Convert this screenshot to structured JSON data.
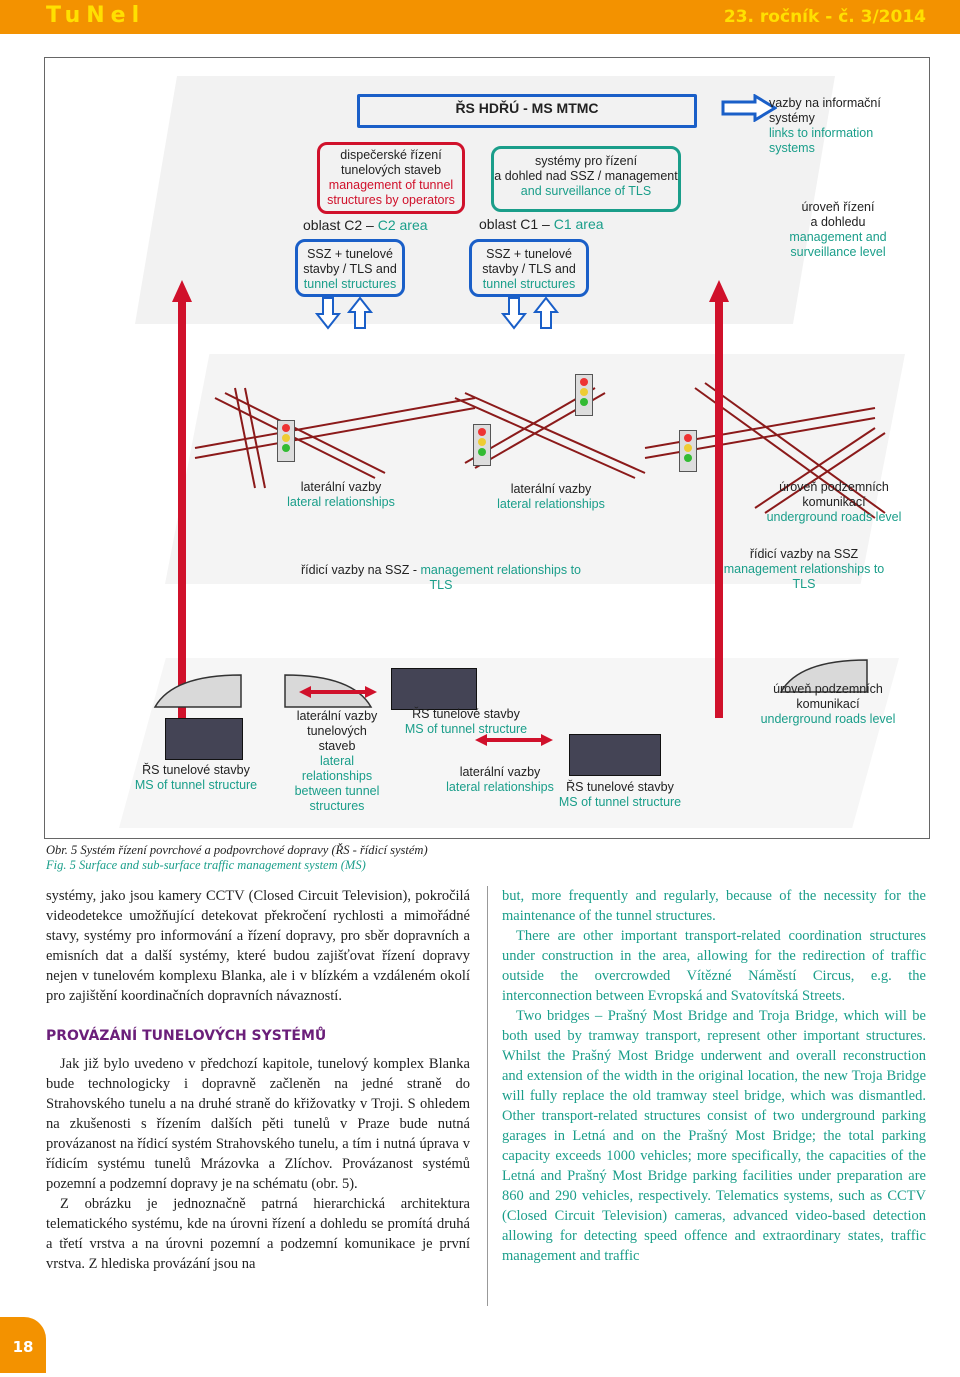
{
  "header": {
    "logo": "TuNel",
    "issue": "23. ročník - č. 3/2014"
  },
  "figure": {
    "top": {
      "rs_hdru": "ŘS HDŘÚ - MS MTMC",
      "dispecer": [
        "dispečerské řízení",
        "tunelových staveb",
        "management of tunnel",
        "structures by operators"
      ],
      "systemy": [
        "systémy pro řízení",
        "a dohled nad SSZ / management",
        "and surveillance of TLS"
      ],
      "links": [
        "vazby na informační",
        "systémy",
        "links to information",
        "systems"
      ],
      "area_c2": [
        "oblast C2 –",
        "C2 area"
      ],
      "area_c1": [
        "oblast C1 –",
        "C1 area"
      ],
      "ssz_c2": [
        "SSZ + tunelové",
        "stavby / TLS and",
        "tunnel structures"
      ],
      "ssz_c1": [
        "SSZ + tunelové",
        "stavby / TLS and",
        "tunnel structures"
      ],
      "uroven_rizeni": [
        "úroveň řízení",
        "a dohledu",
        "management and",
        "surveillance level"
      ]
    },
    "middle": {
      "lateral1": [
        "laterální vazby",
        "lateral relationships"
      ],
      "lateral2": [
        "laterální vazby",
        "lateral relationships"
      ],
      "uroven_pod": [
        "úroveň podzemních",
        "komunikací",
        "underground roads level"
      ],
      "ridici1": [
        "řídicí vazby na SSZ -",
        "management relationships to TLS"
      ],
      "ridici2": [
        "řídicí vazby na SSZ",
        "management relationships to TLS"
      ]
    },
    "bottom": {
      "rs_left": [
        "ŘS tunelové stavby",
        "MS of tunnel structure"
      ],
      "lateral_tun": [
        "laterální vazby",
        "tunelových",
        "staveb",
        "lateral",
        "relationships",
        "between tunnel",
        "structures"
      ],
      "rs_mid": [
        "ŘS tunelové stavby",
        "MS of tunnel structure"
      ],
      "lateral_b": [
        "laterální vazby",
        "lateral relationships"
      ],
      "rs_right": [
        "ŘS tunelové stavby",
        "MS of tunnel structure"
      ],
      "uroven_pod2": [
        "úroveň podzemních",
        "komunikací",
        "underground roads level"
      ]
    },
    "colors": {
      "red": "#d0112b",
      "green": "#1a9e8a",
      "blue": "#1a5fc8",
      "purple": "#6b1f7a",
      "orange": "#f39200"
    }
  },
  "caption": {
    "cz": "Obr. 5 Systém řízení povrchové a podpovrchové dopravy (ŘS - řídicí systém)",
    "en": "Fig. 5 Surface and sub-surface traffic management system (MS)"
  },
  "left_column": {
    "p1": "systémy, jako jsou kamery CCTV (Closed Circuit Television), pokročilá videodetekce umožňující detekovat překročení rychlosti a mimořádné stavy, systémy pro informování a řízení dopravy, pro sběr dopravních a emisních dat a další systémy, které budou zajišťovat řízení dopravy nejen v tunelovém komplexu Blanka, ale i v blízkém a vzdáleném okolí pro zajištění koordinačních dopravních návazností.",
    "heading": "PROVÁZÁNÍ TUNELOVÝCH SYSTÉMŮ",
    "p2": "Jak již bylo uvedeno v předchozí kapitole, tunelový komplex Blanka bude technologicky i dopravně začleněn na jedné straně do Strahovského tunelu a na druhé straně do křižovatky v Troji. S ohledem na zkušenosti s řízením dalších pěti tunelů v Praze bude nutná provázanost na řídicí systém Strahovského tunelu, a tím i nutná úprava v řídicím systému tunelů Mrázovka a Zlíchov. Provázanost systémů pozemní a podzemní dopravy je na schématu (obr. 5).",
    "p3": "Z obrázku je jednoznačně patrná hierarchická architektura telematického systému, kde na úrovni řízení a dohledu se promítá druhá a třetí vrstva a na úrovni pozemní a podzemní komunikace je první vrstva. Z hlediska provázání jsou na"
  },
  "right_column": {
    "p1": "but, more frequently and regularly, because of the necessity for the maintenance of the tunnel structures.",
    "p2": "There are other important transport-related coordination structures under construction in the area, allowing for the redirection of traffic outside the overcrowded Vítězné Náměstí Circus, e.g. the interconnection between Evropská and Svatovítská Streets.",
    "p3": "Two bridges – Prašný Most Bridge and Troja Bridge, which will be both used by tramway transport, represent other important structures. Whilst the Prašný Most Bridge underwent and overall reconstruction and extension of the width in the original location, the new Troja Bridge will fully replace the old tramway steel bridge, which was dismantled. Other transport-related structures consist of two underground parking garages in Letná and on the Prašný Most Bridge; the total parking capacity exceeds 1000 vehicles; more specifically, the capacities of the Letná and Prašný Most Bridge parking facilities under preparation are 860 and 290 vehicles, respectively. Telematics systems, such as CCTV (Closed Circuit Television) cameras, advanced video-based detection allowing for detecting speed offence and extraordinary states, traffic management and traffic"
  },
  "page_number": "18"
}
